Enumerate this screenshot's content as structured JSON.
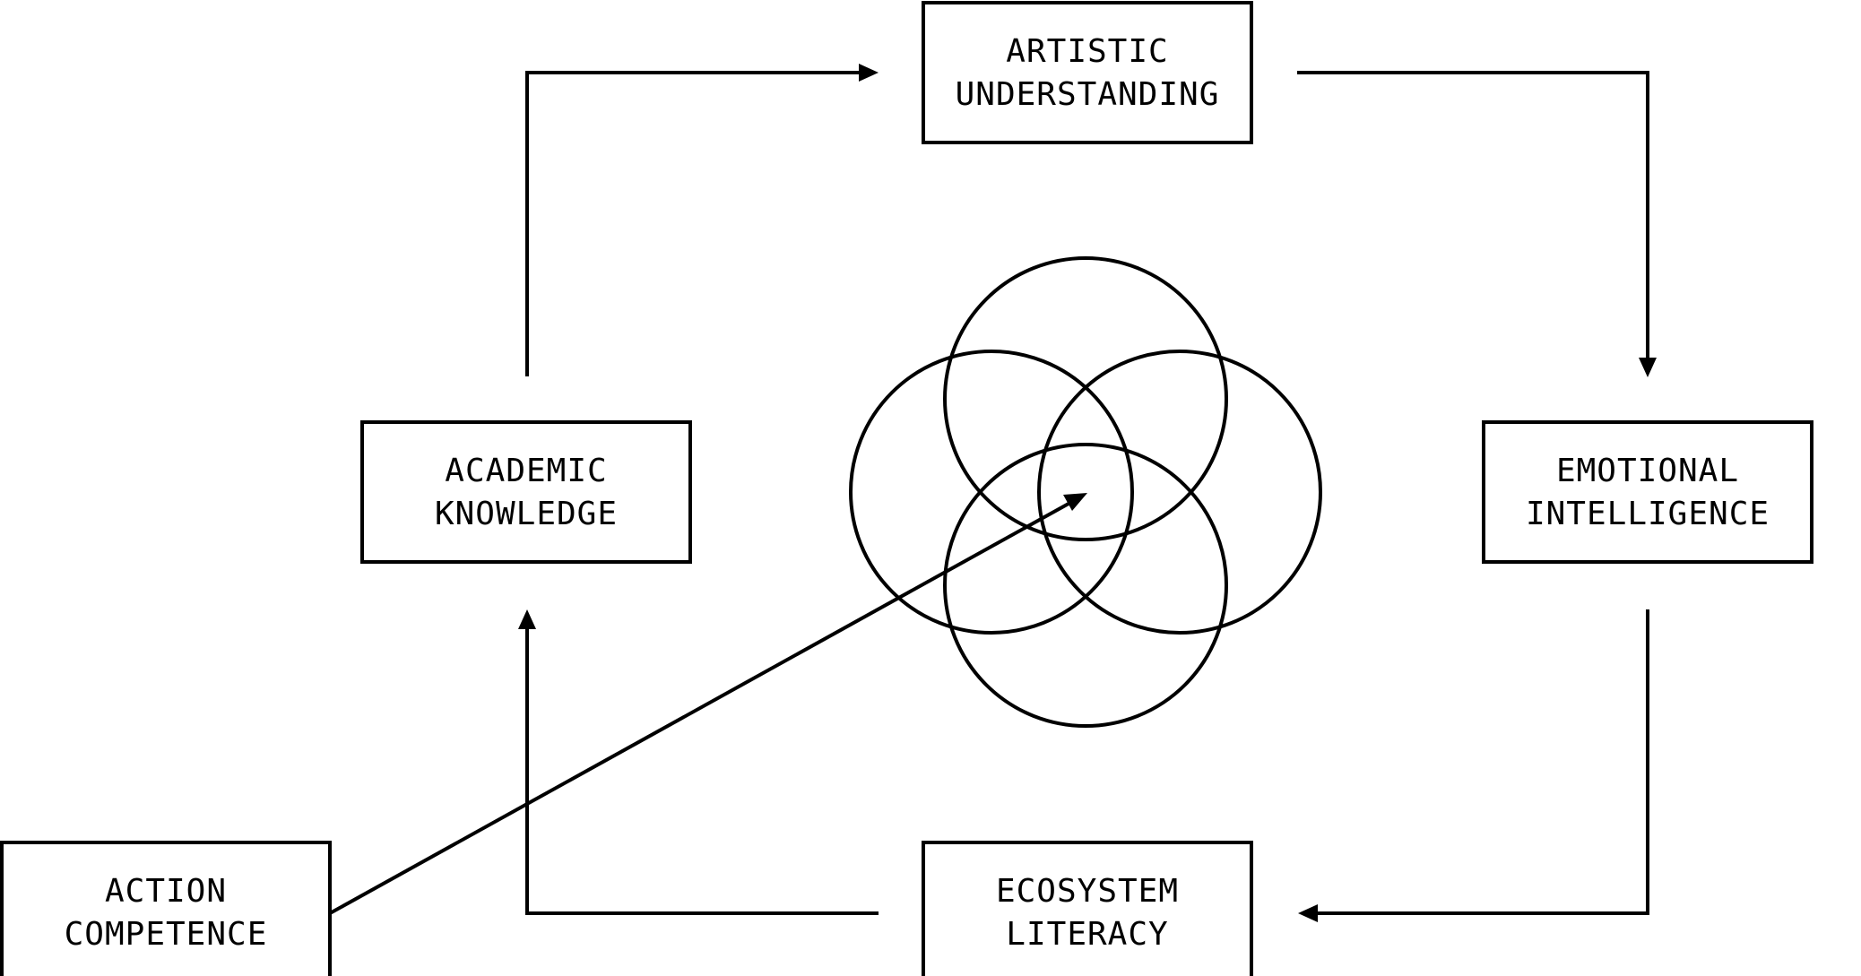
{
  "colors": {
    "stroke": "#000000",
    "background": "#ffffff"
  },
  "nodes": {
    "artistic_understanding": {
      "line1": "ARTISTIC",
      "line2": "UNDERSTANDING"
    },
    "academic_knowledge": {
      "line1": "ACADEMIC",
      "line2": "KNOWLEDGE"
    },
    "emotional_intelligence": {
      "line1": "EMOTIONAL",
      "line2": "INTELLIGENCE"
    },
    "ecosystem_literacy": {
      "line1": "ECOSYSTEM",
      "line2": "LITERACY"
    },
    "action_competence": {
      "line1": "ACTION",
      "line2": "COMPETENCE"
    }
  },
  "edges": [
    {
      "from": "academic_knowledge",
      "to": "artistic_understanding"
    },
    {
      "from": "artistic_understanding",
      "to": "emotional_intelligence"
    },
    {
      "from": "emotional_intelligence",
      "to": "ecosystem_literacy"
    },
    {
      "from": "ecosystem_literacy",
      "to": "academic_knowledge"
    },
    {
      "from": "action_competence",
      "to": "venn-center"
    }
  ],
  "venn": {
    "circle_count": 4
  }
}
